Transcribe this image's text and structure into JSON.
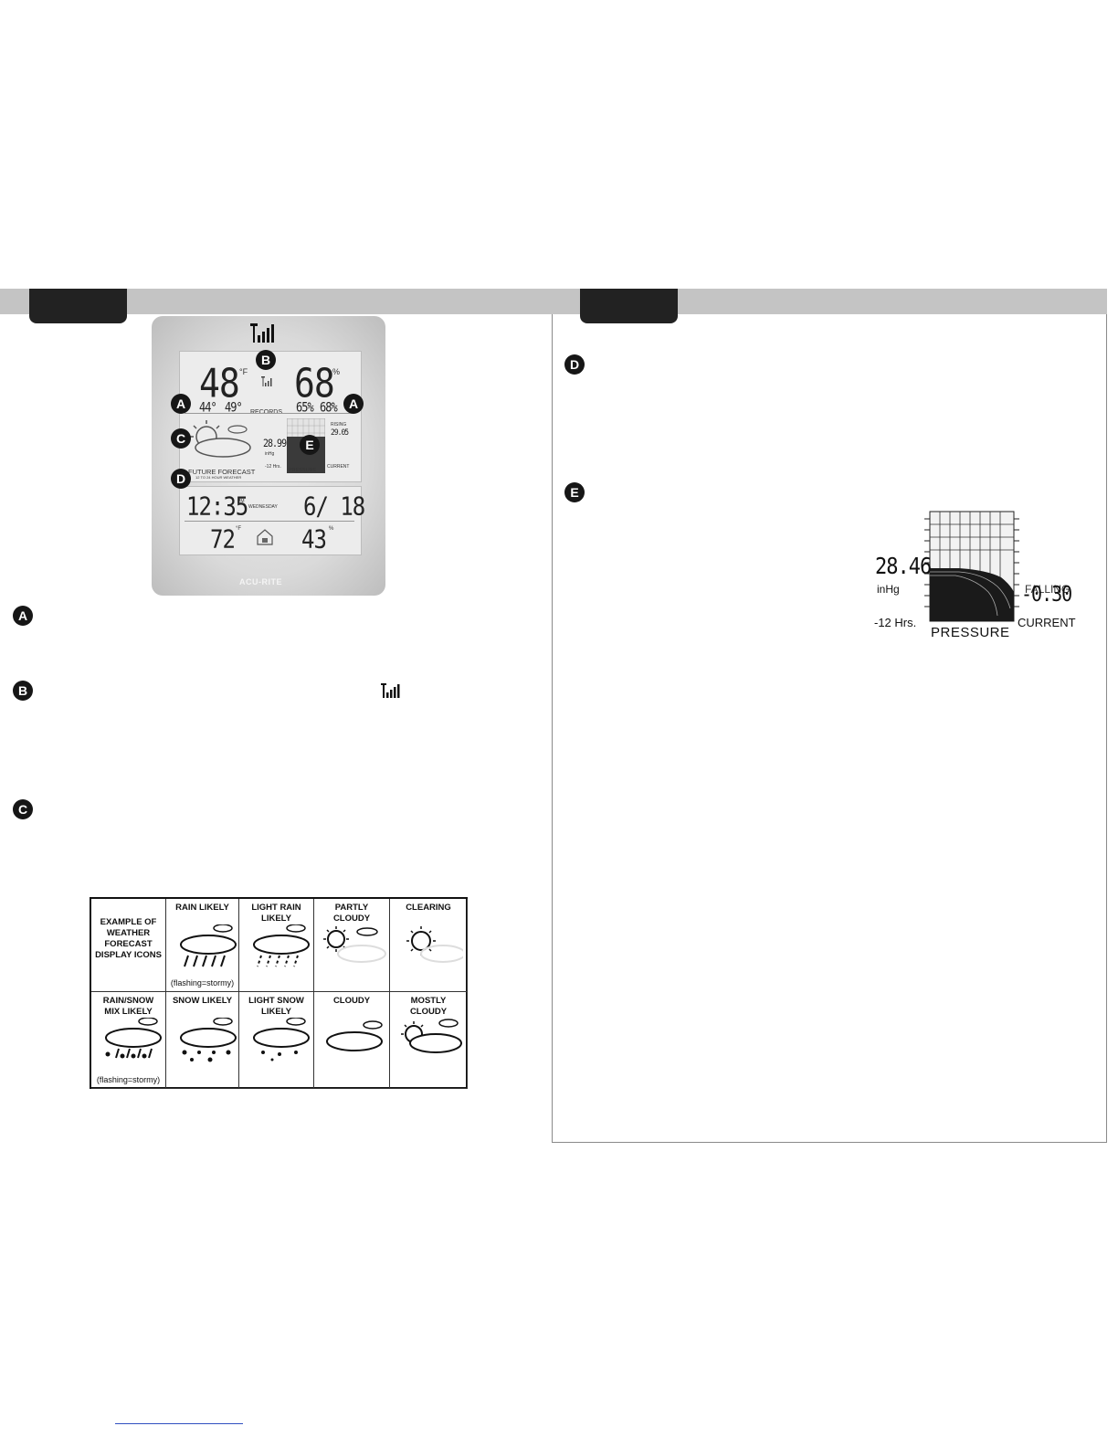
{
  "device": {
    "temp_outdoor": "48",
    "temp_unit": "°F",
    "humidity_outdoor": "68",
    "humidity_unit": "%",
    "temp_low": "44°",
    "temp_high": "49°",
    "humidity_low": "65%",
    "humidity_high": "68%",
    "records_label": "RECORDS",
    "pressure_value": "28.99",
    "pressure_unit": "inHg",
    "trend_value": "29.05",
    "trend_label": "RISING",
    "minus12_label": "-12 Hrs.",
    "pressure_label": "PRESSURE",
    "current_label": "CURRENT",
    "forecast_label": "FUTURE FORECAST",
    "forecast_sublabel": "12 TO 24 HOUR WEATHER",
    "time": "12:35",
    "time_suffix": "PM",
    "weekday": "WEDNESDAY",
    "date": "6/ 18",
    "temp_indoor": "72",
    "temp_indoor_unit": "°F",
    "humidity_indoor": "43",
    "humidity_indoor_unit": "%",
    "brand": "ACU-RITE"
  },
  "markers": {
    "a": "A",
    "b": "B",
    "c": "C",
    "d": "D",
    "e": "E"
  },
  "forecast_table": {
    "title": "EXAMPLE OF WEATHER FORECAST DISPLAY ICONS",
    "cells": [
      {
        "label": "RAIN LIKELY",
        "note": "(flashing=stormy)",
        "icon": "rain-cloud-icon"
      },
      {
        "label": "LIGHT RAIN LIKELY",
        "note": "",
        "icon": "light-rain-cloud-icon"
      },
      {
        "label": "PARTLY CLOUDY",
        "note": "",
        "icon": "partly-cloudy-icon"
      },
      {
        "label": "CLEARING",
        "note": "",
        "icon": "sun-icon"
      },
      {
        "label": "RAIN/SNOW MIX LIKELY",
        "note": "(flashing=stormy)",
        "icon": "rain-snow-cloud-icon"
      },
      {
        "label": "SNOW LIKELY",
        "note": "",
        "icon": "snow-cloud-icon"
      },
      {
        "label": "LIGHT SNOW LIKELY",
        "note": "",
        "icon": "light-snow-cloud-icon"
      },
      {
        "label": "CLOUDY",
        "note": "",
        "icon": "cloud-icon"
      },
      {
        "label": "MOSTLY CLOUDY",
        "note": "",
        "icon": "mostly-cloudy-icon"
      }
    ]
  },
  "pressure_graph": {
    "value": "28.46",
    "unit": "inHg",
    "trend_label": "FALLING",
    "trend_value": "-0.30",
    "minus12_label": "-12 Hrs.",
    "title": "PRESSURE",
    "current_label": "CURRENT"
  }
}
